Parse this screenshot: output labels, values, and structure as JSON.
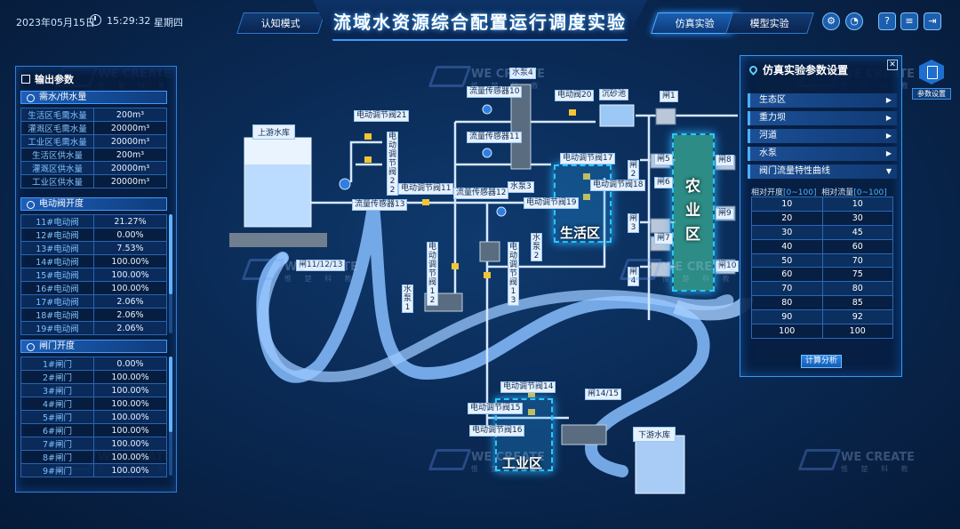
{
  "header": {
    "date": "2023年05月15日",
    "time": "15:29:32",
    "weekday": "星期四",
    "title": "流域水资源综合配置运行调度实验",
    "mode_left": "认知模式",
    "mode_sim": "仿真实验",
    "mode_model": "模型实验",
    "icons": [
      "settings-icon",
      "dashboard-icon",
      "help-icon",
      "document-icon",
      "exit-icon"
    ]
  },
  "watermark": {
    "brand": "WE CREATE",
    "sub": "惟 楚 科 教"
  },
  "left_panel": {
    "title": "输出参数",
    "sec_demand": "需水/供水量",
    "demand_rows": [
      {
        "label": "生活区毛需水量",
        "value": "200m³"
      },
      {
        "label": "灌溉区毛需水量",
        "value": "20000m³"
      },
      {
        "label": "工业区毛需水量",
        "value": "20000m³"
      },
      {
        "label": "生活区供水量",
        "value": "200m³"
      },
      {
        "label": "灌溉区供水量",
        "value": "20000m³"
      },
      {
        "label": "工业区供水量",
        "value": "20000m³"
      }
    ],
    "sec_valve": "电动阀开度",
    "valve_rows": [
      {
        "label": "11#电动阀",
        "value": "21.27%"
      },
      {
        "label": "12#电动阀",
        "value": "0.00%"
      },
      {
        "label": "13#电动阀",
        "value": "7.53%"
      },
      {
        "label": "14#电动阀",
        "value": "100.00%"
      },
      {
        "label": "15#电动阀",
        "value": "100.00%"
      },
      {
        "label": "16#电动阀",
        "value": "100.00%"
      },
      {
        "label": "17#电动阀",
        "value": "2.06%"
      },
      {
        "label": "18#电动阀",
        "value": "2.06%"
      },
      {
        "label": "19#电动阀",
        "value": "2.06%"
      }
    ],
    "sec_gate": "闸门开度",
    "gate_rows": [
      {
        "label": "1#闸门",
        "value": "0.00%"
      },
      {
        "label": "2#闸门",
        "value": "100.00%"
      },
      {
        "label": "3#闸门",
        "value": "100.00%"
      },
      {
        "label": "4#闸门",
        "value": "100.00%"
      },
      {
        "label": "5#闸门",
        "value": "100.00%"
      },
      {
        "label": "6#闸门",
        "value": "100.00%"
      },
      {
        "label": "7#闸门",
        "value": "100.00%"
      },
      {
        "label": "8#闸门",
        "value": "100.00%"
      },
      {
        "label": "9#闸门",
        "value": "100.00%"
      }
    ]
  },
  "right_panel": {
    "title": "仿真实验参数设置",
    "items": [
      "生态区",
      "重力坝",
      "河道",
      "水泵"
    ],
    "expanded": "阀门流量特性曲线",
    "col1": "相对开度",
    "col1_range": "[0~100]",
    "col2": "相对流量",
    "col2_range": "[0~100]",
    "rows": [
      [
        "10",
        "10"
      ],
      [
        "20",
        "30"
      ],
      [
        "30",
        "45"
      ],
      [
        "40",
        "60"
      ],
      [
        "50",
        "70"
      ],
      [
        "60",
        "75"
      ],
      [
        "70",
        "80"
      ],
      [
        "80",
        "85"
      ],
      [
        "90",
        "92"
      ],
      [
        "100",
        "100"
      ]
    ],
    "calc_button": "计算分析",
    "param_button": "参数设置"
  },
  "diagram": {
    "upstream": "上游水库",
    "downstream": "下游水库",
    "sediment": "沉砂池",
    "valve20": "电动阀20",
    "gate1": "闸1",
    "gate2": "闸2",
    "gate3": "闸3",
    "gate4": "闸4",
    "gate5": "闸5",
    "gate6": "闸6",
    "gate7": "闸7",
    "gate8": "闸8",
    "gate9": "闸9",
    "gate10": "闸10",
    "gate_11_12_13": "闸11/12/13",
    "gate_14_15": "闸14/15",
    "pump4": "水泵4",
    "pump3": "水泵3",
    "pump2": "水泵2",
    "pump1": "水泵1",
    "flow10": "流量传感器10",
    "flow11": "流量传感器11",
    "flow12": "流量传感器12",
    "flow13": "流量传感器13",
    "reg21": "电动调节阀21",
    "reg22": "电动调节阀22",
    "reg11": "电动调节阀11",
    "reg12": "电动调节阀12",
    "reg13": "电动调节阀13",
    "reg14": "电动调节阀14",
    "reg15": "电动调节阀15",
    "reg16": "电动调节阀16",
    "reg17": "电动调节阀17",
    "reg18": "电动调节阀18",
    "reg19": "电动调节阀19",
    "zone_life": "生活区",
    "zone_agri_1": "农",
    "zone_agri_2": "业",
    "zone_agri_3": "区",
    "zone_ind": "工业区"
  }
}
